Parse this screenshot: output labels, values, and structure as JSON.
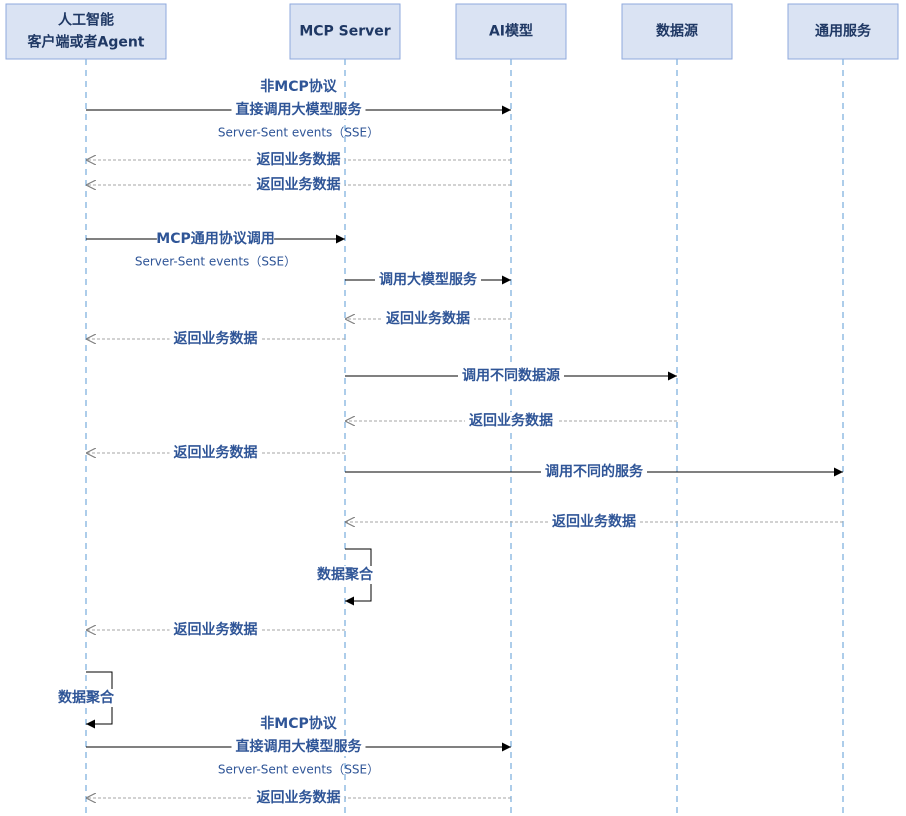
{
  "participants": [
    {
      "id": "client",
      "lines": [
        "人工智能",
        "客户端或者Agent"
      ]
    },
    {
      "id": "mcp",
      "lines": [
        "MCP Server"
      ]
    },
    {
      "id": "ai",
      "lines": [
        "AI模型"
      ]
    },
    {
      "id": "ds",
      "lines": [
        "数据源"
      ]
    },
    {
      "id": "svc",
      "lines": [
        "通用服务"
      ]
    }
  ],
  "messages": [
    {
      "from": "client",
      "to": "ai",
      "kind": "call",
      "labels": [
        "非MCP协议",
        "直接调用大模型服务"
      ],
      "sub": "Server-Sent events（SSE）"
    },
    {
      "from": "ai",
      "to": "client",
      "kind": "return",
      "labels": [
        "返回业务数据"
      ]
    },
    {
      "from": "ai",
      "to": "client",
      "kind": "return",
      "labels": [
        "返回业务数据"
      ]
    },
    {
      "from": "client",
      "to": "mcp",
      "kind": "call",
      "labels": [
        "MCP通用协议调用"
      ],
      "sub": "Server-Sent events（SSE）"
    },
    {
      "from": "mcp",
      "to": "ai",
      "kind": "call",
      "labels": [
        "调用大模型服务"
      ]
    },
    {
      "from": "ai",
      "to": "mcp",
      "kind": "return",
      "labels": [
        "返回业务数据"
      ]
    },
    {
      "from": "mcp",
      "to": "client",
      "kind": "return",
      "labels": [
        "返回业务数据"
      ]
    },
    {
      "from": "mcp",
      "to": "ds",
      "kind": "call",
      "labels": [
        "调用不同数据源"
      ]
    },
    {
      "from": "ds",
      "to": "mcp",
      "kind": "return",
      "labels": [
        "返回业务数据"
      ]
    },
    {
      "from": "mcp",
      "to": "client",
      "kind": "return",
      "labels": [
        "返回业务数据"
      ]
    },
    {
      "from": "mcp",
      "to": "svc",
      "kind": "call",
      "labels": [
        "调用不同的服务"
      ]
    },
    {
      "from": "svc",
      "to": "mcp",
      "kind": "return",
      "labels": [
        "返回业务数据"
      ]
    },
    {
      "from": "mcp",
      "to": "mcp",
      "kind": "self",
      "labels": [
        "数据聚合"
      ]
    },
    {
      "from": "mcp",
      "to": "client",
      "kind": "return",
      "labels": [
        "返回业务数据"
      ]
    },
    {
      "from": "client",
      "to": "client",
      "kind": "self",
      "labels": [
        "数据聚合"
      ]
    },
    {
      "from": "client",
      "to": "ai",
      "kind": "call",
      "labels": [
        "非MCP协议",
        "直接调用大模型服务"
      ],
      "sub": "Server-Sent events（SSE）"
    },
    {
      "from": "ai",
      "to": "client",
      "kind": "return",
      "labels": [
        "返回业务数据"
      ]
    }
  ],
  "colors": {
    "box_fill": "#dae3f3",
    "box_stroke": "#8faadc",
    "lifeline": "#5b9bd5",
    "label": "#2f5597",
    "line": "#000000",
    "return_line": "#a6a6a6"
  }
}
